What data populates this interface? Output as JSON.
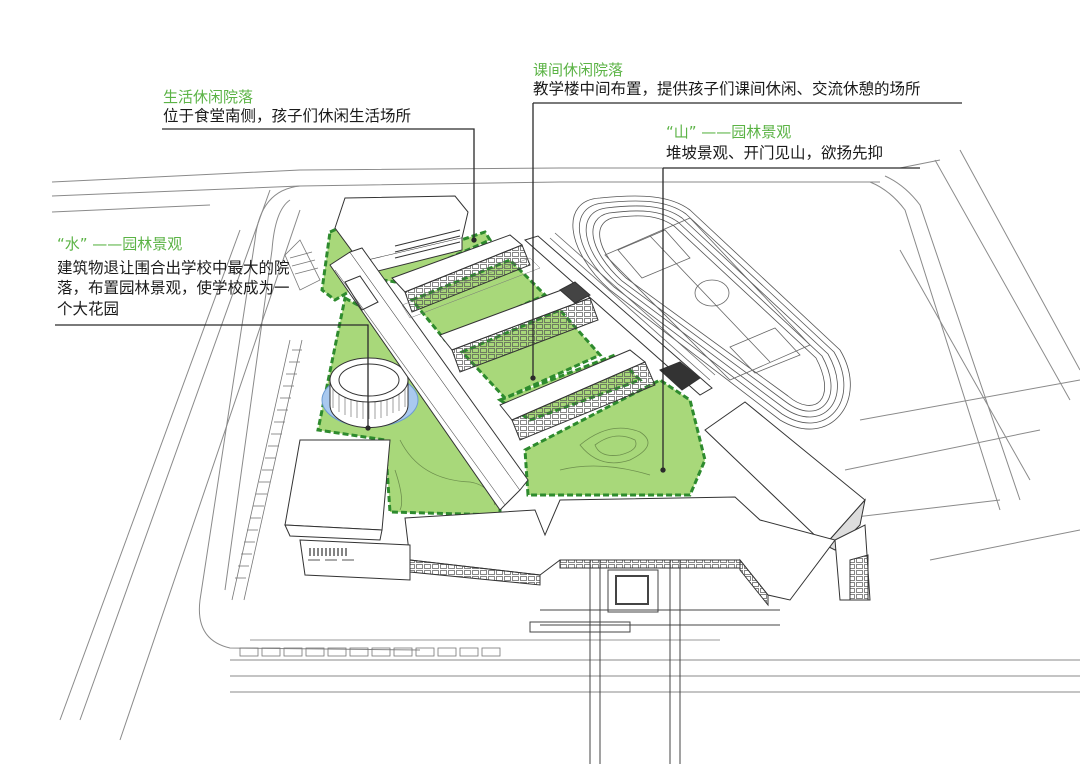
{
  "colors": {
    "green_fill": "#a8d87a",
    "green_dash": "#2e8b2e",
    "title_green": "#5bb345",
    "water_blue": "#a9c9ef",
    "line": "#4a4a4a",
    "text": "#1a1a1a"
  },
  "annotations": [
    {
      "id": "living-courtyard",
      "title": "生活休闲院落",
      "desc": "位于食堂南侧，孩子们休闲生活场所"
    },
    {
      "id": "break-courtyard",
      "title": "课间休闲院落",
      "desc": "教学楼中间布置，提供孩子们课间休闲、交流休憩的场所"
    },
    {
      "id": "mountain-landscape",
      "title": "“山” ——园林景观",
      "desc": "堆坡景观、开门见山，欲扬先抑"
    },
    {
      "id": "water-landscape",
      "title": "“水” ——园林景观",
      "desc": "建筑物退让围合出学校中最大的院落，布置园林景观，使学校成为一个大花园"
    }
  ],
  "drawing": {
    "subject": "school-campus-aerial-axonometric",
    "features": [
      "teaching-buildings",
      "canteen",
      "circular-building",
      "running-track",
      "football-pitch",
      "green-courtyards",
      "entrance-plaza"
    ]
  }
}
